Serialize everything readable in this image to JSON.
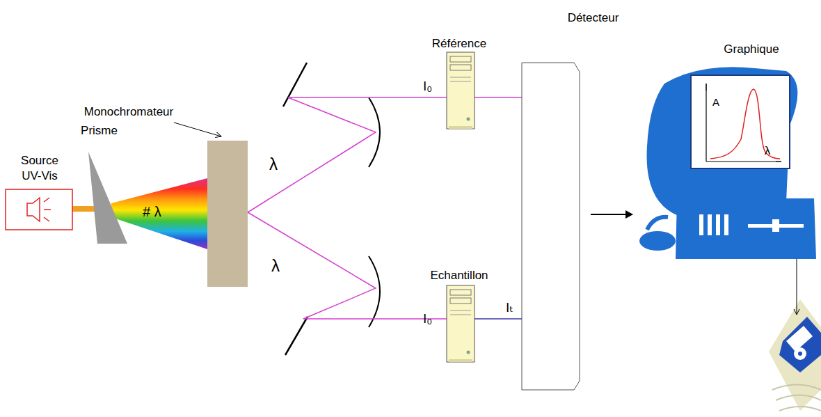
{
  "diagram": {
    "nodes": [
      {
        "text": [
          "Source UV-Vis"
        ]
      },
      {
        "text": [
          "Prisme"
        ]
      },
      {
        "text": [
          "Monochromateur"
        ]
      },
      {
        "text": [
          "Référence"
        ]
      },
      {
        "text": [
          "Echantillon"
        ]
      },
      {
        "text": [
          "Détecteur"
        ]
      },
      {
        "text": [
          "Graphique",
          "A",
          "λ"
        ]
      }
    ],
    "edges": [
      {
        "from": 0,
        "to": 1,
        "arrow": "none"
      },
      {
        "from": 2,
        "to": 3,
        "arrow": "none"
      },
      {
        "from": 2,
        "to": 4,
        "arrow": "none"
      },
      {
        "from": 3,
        "to": 5,
        "arrow": "none"
      },
      {
        "from": 4,
        "to": 5,
        "label": "Iₜ",
        "arrow": "none"
      },
      {
        "from": 5,
        "to": 6,
        "arrow": "to"
      }
    ],
    "labels": [
      "# λ",
      "λ",
      "λ",
      "I₀",
      "I₀"
    ]
  }
}
